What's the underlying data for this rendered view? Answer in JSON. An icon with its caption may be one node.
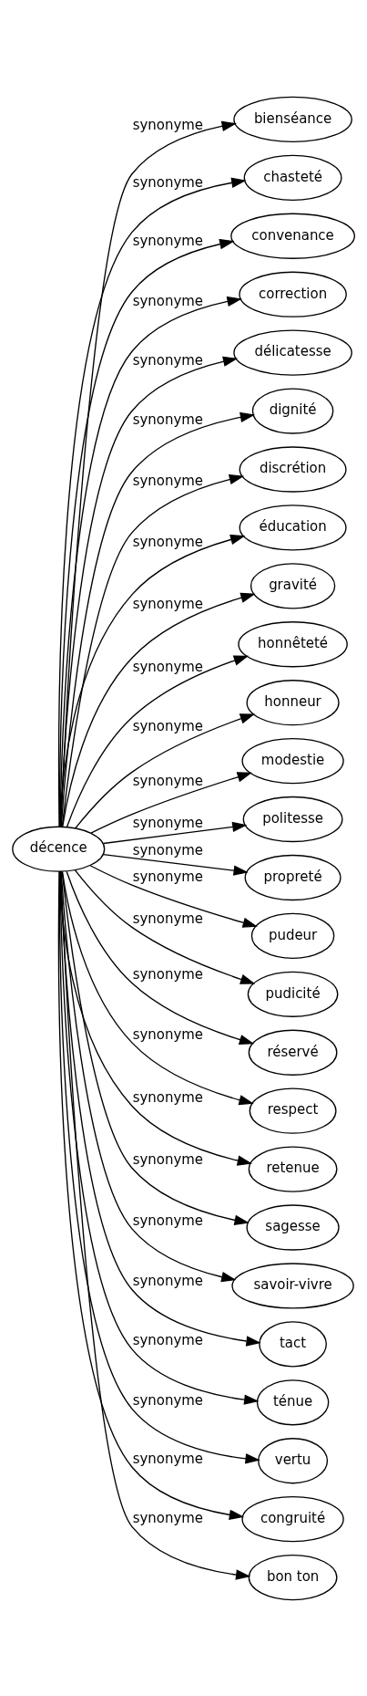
{
  "diagram": {
    "nodes": [
      {
        "text": [
          "décence"
        ]
      },
      {
        "text": [
          "bienséance"
        ]
      },
      {
        "text": [
          "chasteté"
        ]
      },
      {
        "text": [
          "convenance"
        ]
      },
      {
        "text": [
          "correction"
        ]
      },
      {
        "text": [
          "délicatesse"
        ]
      },
      {
        "text": [
          "dignité"
        ]
      },
      {
        "text": [
          "discrétion"
        ]
      },
      {
        "text": [
          "éducation"
        ]
      },
      {
        "text": [
          "gravité"
        ]
      },
      {
        "text": [
          "honnêteté"
        ]
      },
      {
        "text": [
          "honneur"
        ]
      },
      {
        "text": [
          "modestie"
        ]
      },
      {
        "text": [
          "politesse"
        ]
      },
      {
        "text": [
          "propreté"
        ]
      },
      {
        "text": [
          "pudeur"
        ]
      },
      {
        "text": [
          "pudicité"
        ]
      },
      {
        "text": [
          "réservé"
        ]
      },
      {
        "text": [
          "respect"
        ]
      },
      {
        "text": [
          "retenue"
        ]
      },
      {
        "text": [
          "sagesse"
        ]
      },
      {
        "text": [
          "savoir-vivre"
        ]
      },
      {
        "text": [
          "tact"
        ]
      },
      {
        "text": [
          "ténue"
        ]
      },
      {
        "text": [
          "vertu"
        ]
      },
      {
        "text": [
          "congruité"
        ]
      },
      {
        "text": [
          "bon ton"
        ]
      }
    ],
    "edges": [
      {
        "from": 0,
        "to": 1,
        "arrow": "to",
        "label": "synonyme"
      },
      {
        "from": 0,
        "to": 2,
        "arrow": "to",
        "label": "synonyme"
      },
      {
        "from": 0,
        "to": 3,
        "arrow": "to",
        "label": "synonyme"
      },
      {
        "from": 0,
        "to": 4,
        "arrow": "to",
        "label": "synonyme"
      },
      {
        "from": 0,
        "to": 5,
        "arrow": "to",
        "label": "synonyme"
      },
      {
        "from": 0,
        "to": 6,
        "arrow": "to",
        "label": "synonyme"
      },
      {
        "from": 0,
        "to": 7,
        "arrow": "to",
        "label": "synonyme"
      },
      {
        "from": 0,
        "to": 8,
        "arrow": "to",
        "label": "synonyme"
      },
      {
        "from": 0,
        "to": 9,
        "arrow": "to",
        "label": "synonyme"
      },
      {
        "from": 0,
        "to": 10,
        "arrow": "to",
        "label": "synonyme"
      },
      {
        "from": 0,
        "to": 11,
        "arrow": "to",
        "label": "synonyme"
      },
      {
        "from": 0,
        "to": 12,
        "arrow": "to",
        "label": "synonyme"
      },
      {
        "from": 0,
        "to": 13,
        "arrow": "to",
        "label": "synonyme"
      },
      {
        "from": 0,
        "to": 14,
        "arrow": "to",
        "label": "synonyme"
      },
      {
        "from": 0,
        "to": 15,
        "arrow": "to",
        "label": "synonyme"
      },
      {
        "from": 0,
        "to": 16,
        "arrow": "to",
        "label": "synonyme"
      },
      {
        "from": 0,
        "to": 17,
        "arrow": "to",
        "label": "synonyme"
      },
      {
        "from": 0,
        "to": 18,
        "arrow": "to",
        "label": "synonyme"
      },
      {
        "from": 0,
        "to": 19,
        "arrow": "to",
        "label": "synonyme"
      },
      {
        "from": 0,
        "to": 20,
        "arrow": "to",
        "label": "synonyme"
      },
      {
        "from": 0,
        "to": 21,
        "arrow": "to",
        "label": "synonyme"
      },
      {
        "from": 0,
        "to": 22,
        "arrow": "to",
        "label": "synonyme"
      },
      {
        "from": 0,
        "to": 23,
        "arrow": "to",
        "label": "synonyme"
      },
      {
        "from": 0,
        "to": 24,
        "arrow": "to",
        "label": "synonyme"
      },
      {
        "from": 0,
        "to": 25,
        "arrow": "to",
        "label": "synonyme"
      },
      {
        "from": 0,
        "to": 26,
        "arrow": "to",
        "label": "synonyme"
      }
    ]
  }
}
